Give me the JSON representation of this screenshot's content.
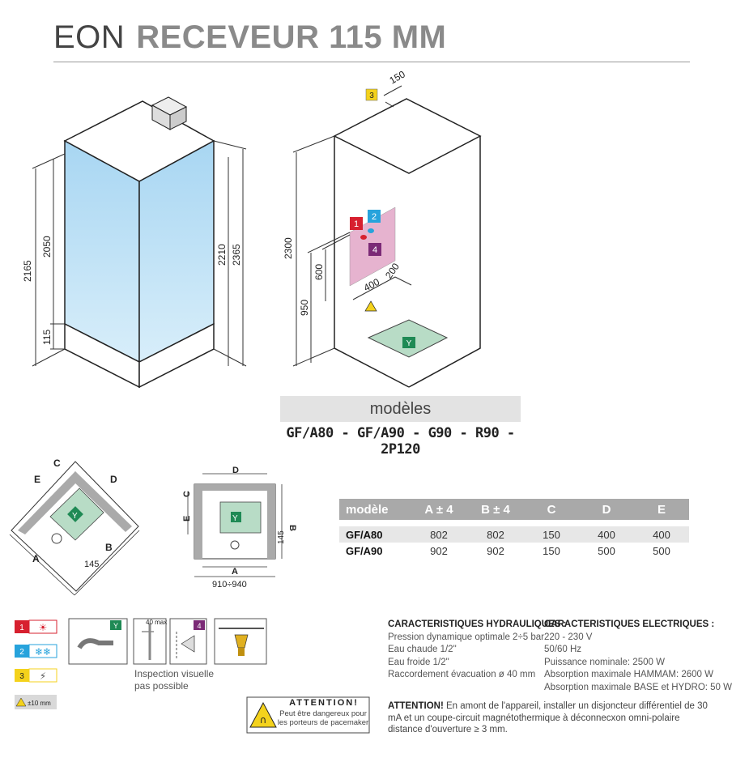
{
  "title": {
    "part1": "EON",
    "part2": "RECEVEUR 115 MM"
  },
  "elevation_left": {
    "dims": [
      "2165",
      "2050",
      "115",
      "2210",
      "2365"
    ]
  },
  "elevation_right": {
    "dims": [
      "150",
      "2300",
      "600",
      "950",
      "400",
      "200"
    ],
    "markers": {
      "m1": "1",
      "m2": "2",
      "m3": "3",
      "m4": "4",
      "drain": "Y"
    }
  },
  "models": {
    "heading": "modèles",
    "list": "GF/A80 - GF/A90 - G90 - R90 - 2P120"
  },
  "plan_corner": {
    "labels": [
      "C",
      "E",
      "D",
      "A",
      "B",
      "145",
      "Y"
    ]
  },
  "plan_square": {
    "labels": [
      "D",
      "C",
      "E",
      "B",
      "145",
      "A",
      "910÷940",
      "Y"
    ]
  },
  "spec_table": {
    "headers": [
      "modèle",
      "A ± 4",
      "B ± 4",
      "C",
      "D",
      "E"
    ],
    "rows": [
      [
        "GF/A80",
        "802",
        "802",
        "150",
        "400",
        "400"
      ],
      [
        "GF/A90",
        "902",
        "902",
        "150",
        "500",
        "500"
      ]
    ]
  },
  "legend": {
    "items": [
      {
        "num": "1",
        "color": "#d7202f",
        "icon": "sun-icon"
      },
      {
        "num": "2",
        "color": "#27a3dc",
        "icon": "snowflake-icon"
      },
      {
        "num": "3",
        "color": "#f4d21c",
        "icon": "electric-plug-icon"
      }
    ],
    "tolerance": "±10 mm"
  },
  "install_panels": {
    "y_label": "Y",
    "p4_label": "4",
    "p4_dim": "40 max",
    "caption_line1": "Inspection visuelle",
    "caption_line2": "pas possible"
  },
  "attention_box": {
    "title": "ATTENTION!",
    "line1": "Peut être dangereux pour",
    "line2": "les porteurs de pacemaker"
  },
  "hydraulic": {
    "heading": "CARACTERISTIQUES HYDRAULIQUES :",
    "lines": [
      "Pression dynamique optimale 2÷5 bar",
      "Eau chaude 1/2\"",
      "Eau froide 1/2\"",
      "Raccordement évacuation ø 40 mm"
    ]
  },
  "electric": {
    "heading": "CARACTERISTIQUES ELECTRIQUES :",
    "lines": [
      "220 - 230 V",
      "50/60 Hz",
      "Puissance nominale: 2500 W",
      "Absorption maximale HAMMAM: 2600 W",
      "Absorption maximale BASE et HYDRO: 50 W"
    ]
  },
  "attention_note": {
    "bold": "ATTENTION!",
    "text": " En amont de l'appareil, installer un disjoncteur différentiel de 30 mA et un coupe-circuit magnétothermique à déconnecxon omni-polaire distance d'ouverture ≥ 3 mm."
  },
  "colors": {
    "glass": "#bfe3f7",
    "shower_tray": "#b8dcc6",
    "drain": "#1f8a55",
    "zone": "#e6b3cf",
    "table_header": "#a9a9a9"
  }
}
